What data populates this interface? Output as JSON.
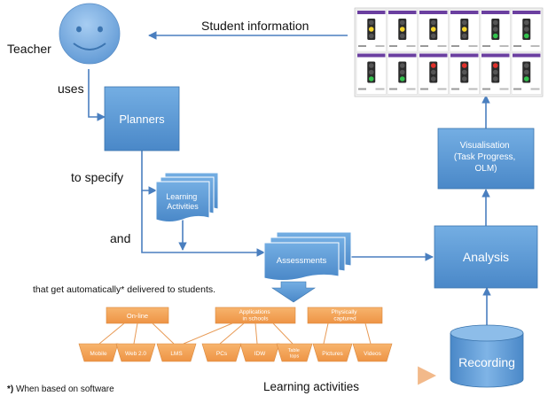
{
  "labels": {
    "teacher": "Teacher",
    "uses": "uses",
    "to_specify": "to specify",
    "and": "and",
    "student_information": "Student information",
    "automatic_delivery": "that get automatically* delivered to students.",
    "footnote_mark": "*)",
    "footnote_text": " When based on software",
    "learning_activities_bottom": "Learning activities"
  },
  "boxes": {
    "planners": "Planners",
    "learning_activities": [
      "Learning",
      "Activities"
    ],
    "assessments": "Assessments",
    "analysis": "Analysis",
    "visualisation": [
      "Visualisation",
      "(Task Progress,",
      "OLM)"
    ],
    "recording": "Recording"
  },
  "delivery": {
    "groups": [
      "On-line",
      [
        "Applications",
        "in schools"
      ],
      [
        "Physically",
        "captured"
      ]
    ],
    "channels": [
      "Mobile",
      "Web 2.0",
      "LMS",
      "PCs",
      "IDW",
      [
        "Table",
        "tops"
      ],
      "Pictures",
      "Videos"
    ]
  },
  "colors": {
    "blue_fill": "#5b9bd5",
    "blue_stroke": "#3a74ad",
    "orange_fill": "#f4a35a",
    "orange_stroke": "#d9883e",
    "arrow": "#4a7fbf",
    "bottom_arrow": "#f5c89a",
    "purple_header": "#6b3fa0"
  },
  "traffic_lights": {
    "row1": [
      "yellow",
      "yellow",
      "yellow",
      "yellow",
      "green",
      "green"
    ],
    "row2": [
      "green",
      "green",
      "red",
      "red",
      "red",
      "green"
    ]
  }
}
